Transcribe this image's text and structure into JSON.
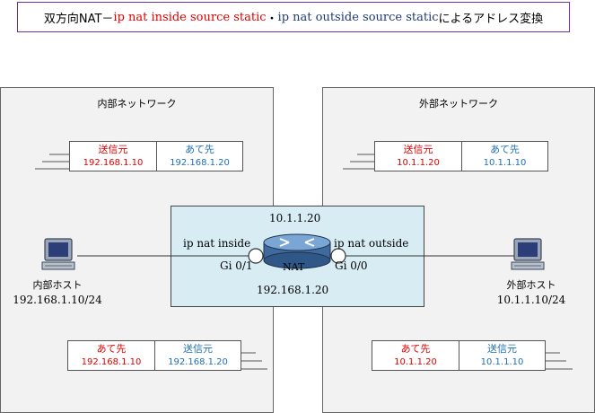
{
  "title": {
    "part1": "双方向NAT－",
    "cmd_inside": "ip nat inside source static",
    "sep": "・",
    "cmd_outside": "ip nat outside source static",
    "part2": " によるアドレス変換"
  },
  "inside_network": {
    "label": "内部ネットワーク",
    "host_name": "内部ホスト",
    "host_ip": "192.168.1.10/24",
    "packet_out": {
      "h1": "送信元",
      "v1": "192.168.1.10",
      "h2": "あて先",
      "v2": "192.168.1.20"
    },
    "packet_in": {
      "h1": "あて先",
      "v1": "192.168.1.10",
      "h2": "送信元",
      "v2": "192.168.1.20"
    }
  },
  "outside_network": {
    "label": "外部ネットワーク",
    "host_name": "外部ホスト",
    "host_ip": "10.1.1.10/24",
    "packet_out": {
      "h1": "送信元",
      "v1": "10.1.1.20",
      "h2": "あて先",
      "v2": "10.1.1.10"
    },
    "packet_in": {
      "h1": "あて先",
      "v1": "10.1.1.20",
      "h2": "送信元",
      "v2": "10.1.1.10"
    }
  },
  "router": {
    "label": "NAT",
    "top_ip": "10.1.1.20",
    "bottom_ip": "192.168.1.20",
    "inside_cmd": "ip nat inside",
    "inside_if": "Gi 0/1",
    "outside_cmd": "ip nat outside",
    "outside_if": "Gi 0/0"
  },
  "colors": {
    "source_red": "#e00000",
    "dest_blue": "#1f6fb5",
    "title_border": "#7030a0",
    "nat_box": "#d7ecf3"
  }
}
